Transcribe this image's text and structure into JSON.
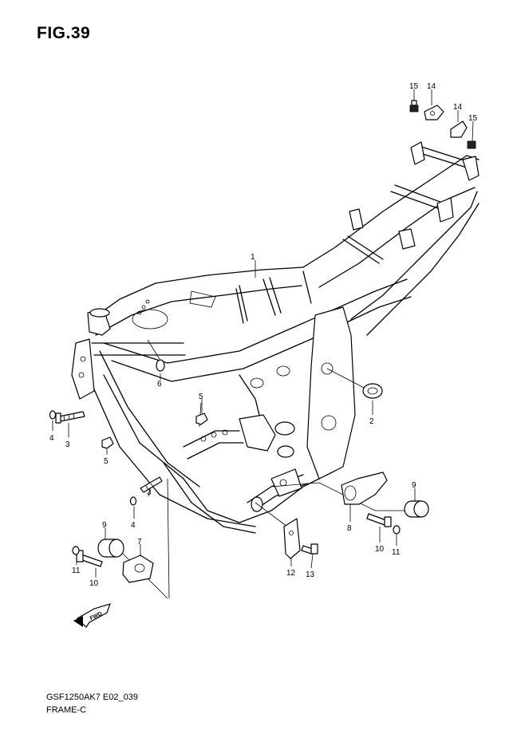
{
  "figure": {
    "title": "FIG.39",
    "code": "GSF1250AK7 E02_039",
    "name": "FRAME-C"
  },
  "callouts": [
    {
      "id": "c1",
      "text": "1"
    },
    {
      "id": "c2",
      "text": "2"
    },
    {
      "id": "c3a",
      "text": "3"
    },
    {
      "id": "c3b",
      "text": "3"
    },
    {
      "id": "c4a",
      "text": "4"
    },
    {
      "id": "c4b",
      "text": "4"
    },
    {
      "id": "c5a",
      "text": "5"
    },
    {
      "id": "c5b",
      "text": "5"
    },
    {
      "id": "c6",
      "text": "6"
    },
    {
      "id": "c7",
      "text": "7"
    },
    {
      "id": "c8",
      "text": "8"
    },
    {
      "id": "c9a",
      "text": "9"
    },
    {
      "id": "c9b",
      "text": "9"
    },
    {
      "id": "c10a",
      "text": "10"
    },
    {
      "id": "c10b",
      "text": "10"
    },
    {
      "id": "c11a",
      "text": "11"
    },
    {
      "id": "c11b",
      "text": "11"
    },
    {
      "id": "c12",
      "text": "12"
    },
    {
      "id": "c13",
      "text": "13"
    },
    {
      "id": "c14a",
      "text": "14"
    },
    {
      "id": "c14b",
      "text": "14"
    },
    {
      "id": "c15a",
      "text": "15"
    },
    {
      "id": "c15b",
      "text": "15"
    }
  ],
  "fwd_badge": "FWD",
  "icons": [
    "frame-drawing",
    "forward-arrow-icon"
  ]
}
